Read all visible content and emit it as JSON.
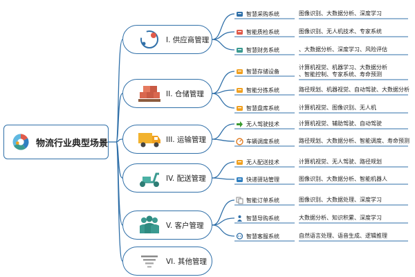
{
  "root": {
    "title": "物流行业典型场景",
    "icon": "puzzle-circle-icon"
  },
  "colors": {
    "line": "#2f6fa8",
    "accent_red": "#e05a4a",
    "accent_orange": "#f0a020",
    "accent_teal": "#3a9a90"
  },
  "branches": [
    {
      "label": "I. 供应商管理",
      "icon": "supply-route-icon",
      "children": [
        {
          "name": "智慧采购系统",
          "desc": [
            "图像识别、大数据分析、深度学习"
          ],
          "icon": "cart-icon"
        },
        {
          "name": "智能质检系统",
          "desc": [
            "图像识别、无人机技术、专家系统"
          ],
          "icon": "inspection-icon"
        },
        {
          "name": "智慧财务系统",
          "desc": [
            "、大数据分析、深度学习、风险评估"
          ],
          "icon": "money-icon"
        }
      ]
    },
    {
      "label": "II. 仓储管理",
      "icon": "warehouse-boxes-icon",
      "children": [
        {
          "name": "智慧存储设备",
          "desc": [
            "计算机视觉、机器学习、大数据分析",
            "、智能控制、专家系统、寿命预测"
          ],
          "icon": "storage-worker-icon"
        },
        {
          "name": "智能分拣系统",
          "desc": [
            "路径规划、机器视觉、自动驾驶、大数据分析"
          ],
          "icon": "sorting-cart-icon"
        },
        {
          "name": "智慧盘库系统",
          "desc": [
            "计算机视觉、图像识别、无人机"
          ],
          "icon": "clipboard-icon"
        }
      ]
    },
    {
      "label": "III. 运输管理",
      "icon": "truck-icon",
      "children": [
        {
          "name": "无人驾驶技术",
          "desc": [
            "计算机视觉、辅助驾驶、自动驾驶"
          ],
          "icon": "arrow-icon"
        },
        {
          "name": "车辆调度系统",
          "desc": [
            "路径规划、大数据分析、智能调度、寿命预测"
          ],
          "icon": "dispatch-gauge-icon"
        }
      ]
    },
    {
      "label": "IV. 配送管理",
      "icon": "scooter-icon",
      "children": [
        {
          "name": "无人配送技术",
          "desc": [
            "计算机视觉、无人驾驶、路径规划"
          ],
          "icon": "delivery-cart-icon"
        },
        {
          "name": "快递驿站管理",
          "desc": [
            "图像识别、大数据分析、智能机器人"
          ],
          "icon": "parcel-station-icon"
        }
      ]
    },
    {
      "label": "V. 客户管理",
      "icon": "customers-icon",
      "children": [
        {
          "name": "智能订单系统",
          "desc": [
            "图像识别、大数据处理、深度学习"
          ],
          "icon": "order-copy-icon"
        },
        {
          "name": "智慧导购系统",
          "desc": [
            "大数据分析、知识积累、深度学习"
          ],
          "icon": "shopping-guide-icon"
        },
        {
          "name": "智慧客服系统",
          "desc": [
            "自然语言处理、语音生成、逻辑推理"
          ],
          "icon": "service-chat-icon"
        }
      ]
    },
    {
      "label": "VI. 其他管理",
      "icon": "filter-lines-icon",
      "children": []
    }
  ]
}
